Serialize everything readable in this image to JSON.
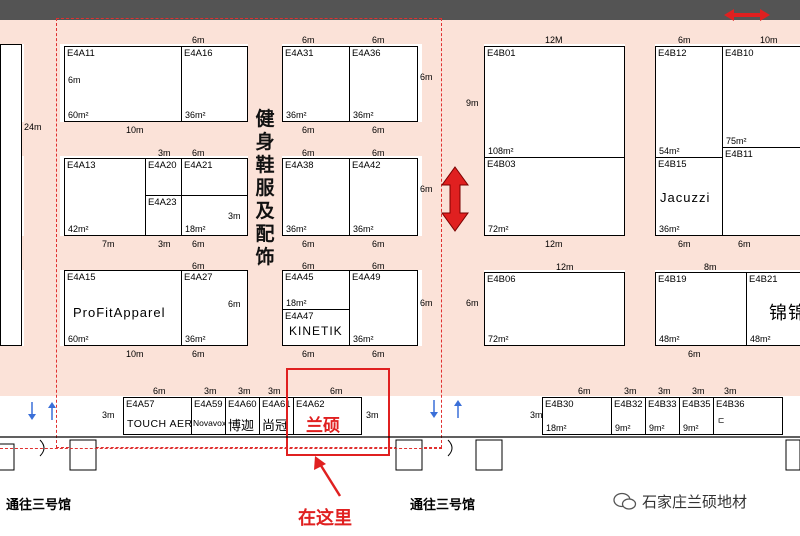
{
  "map": {
    "section_title": "健身鞋服及配饰",
    "passage_left": "通往三号馆",
    "passage_right": "通往三号馆",
    "highlight_label": "在这里",
    "watermark": "石家庄兰硕地材",
    "colors": {
      "highlight": "#e02020",
      "aisle": "#fbe2d8",
      "arrow_blue": "#3a6fd8",
      "topbar": "#545454"
    }
  },
  "booths": {
    "E4A11": {
      "id": "E4A11",
      "area": "60m²",
      "dim": "6m"
    },
    "E4A16": {
      "id": "E4A16",
      "area": "36m²"
    },
    "E4A31": {
      "id": "E4A31",
      "area": "36m²"
    },
    "E4A36": {
      "id": "E4A36",
      "area": "36m²"
    },
    "E4A13": {
      "id": "E4A13",
      "area": "42m²"
    },
    "E4A20": {
      "id": "E4A20"
    },
    "E4A21": {
      "id": "E4A21",
      "area": "18m²"
    },
    "E4A23": {
      "id": "E4A23"
    },
    "E4A38": {
      "id": "E4A38",
      "area": "36m²"
    },
    "E4A42": {
      "id": "E4A42",
      "area": "36m²"
    },
    "E4A15": {
      "id": "E4A15",
      "area": "60m²",
      "name": "ProFitApparel"
    },
    "E4A27": {
      "id": "E4A27",
      "area": "36m²"
    },
    "E4A45": {
      "id": "E4A45",
      "area": "18m²"
    },
    "E4A47": {
      "id": "E4A47",
      "name": "KINETIK"
    },
    "E4A49": {
      "id": "E4A49",
      "area": "36m²"
    },
    "E4A57": {
      "id": "E4A57",
      "name": "TOUCH AERO"
    },
    "E4A59": {
      "id": "E4A59",
      "name": "Novavox"
    },
    "E4A60": {
      "id": "E4A60",
      "name": "博迦"
    },
    "E4A61": {
      "id": "E4A61",
      "name": "尚冠"
    },
    "E4A62": {
      "id": "E4A62",
      "name": "兰硕"
    },
    "E4B01": {
      "id": "E4B01",
      "area": "108m²"
    },
    "E4B03": {
      "id": "E4B03",
      "area": "72m²"
    },
    "E4B06": {
      "id": "E4B06",
      "area": "72m²"
    },
    "E4B12": {
      "id": "E4B12",
      "area": "54m²"
    },
    "E4B10": {
      "id": "E4B10",
      "area": "75m²"
    },
    "E4B11": {
      "id": "E4B11"
    },
    "E4B15": {
      "id": "E4B15",
      "area": "36m²",
      "name": "Jacuzzi"
    },
    "E4B19": {
      "id": "E4B19",
      "area": "48m²"
    },
    "E4B21": {
      "id": "E4B21",
      "area": "48m²",
      "name": "锦锦"
    },
    "E4B30": {
      "id": "E4B30",
      "area": "18m²"
    },
    "E4B32": {
      "id": "E4B32",
      "area": "9m²"
    },
    "E4B33": {
      "id": "E4B33",
      "area": "9m²"
    },
    "E4B35": {
      "id": "E4B35",
      "area": "9m²"
    },
    "E4B36": {
      "id": "E4B36",
      "area": "ㄷ"
    }
  },
  "dims": {
    "m24": "24m",
    "m10": "10m",
    "m6": "6m",
    "m7": "7m",
    "m3": "3m",
    "m12": "12m",
    "M12": "12M",
    "m9": "9m",
    "m8": "8m"
  }
}
